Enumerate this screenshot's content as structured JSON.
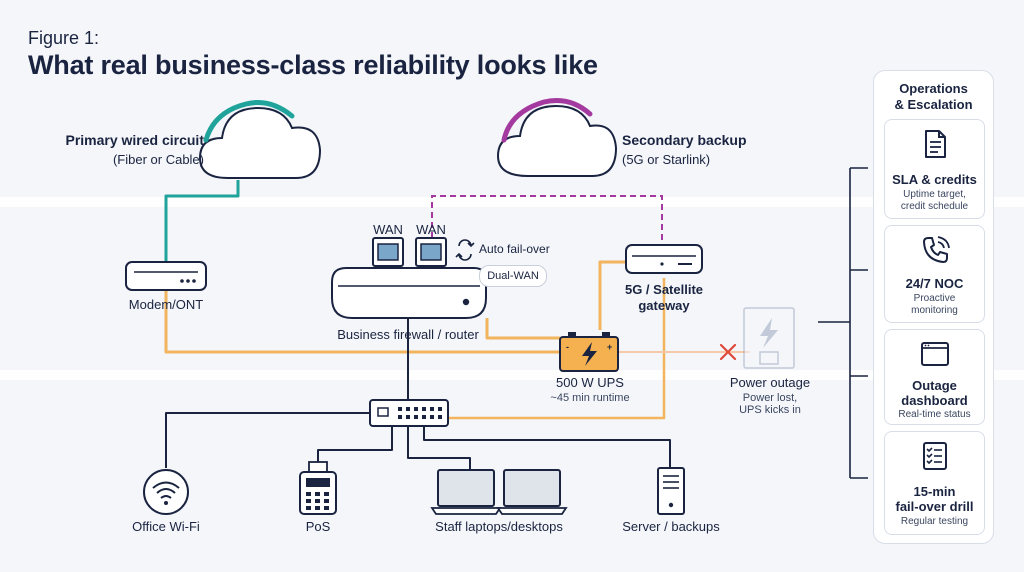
{
  "figure_label": "Figure 1:",
  "title": "What real business-class reliability looks like",
  "primary": {
    "title": "Primary wired circuit",
    "subtitle": "(Fiber or Cable)"
  },
  "secondary": {
    "title": "Secondary backup",
    "subtitle": "(5G or Starlink)"
  },
  "devices": {
    "modem": "Modem/ONT",
    "wan_left": "WAN",
    "wan_right": "WAN",
    "failover": "Auto fail-over",
    "dual_wan": "Dual-WAN",
    "router": "Business firewall / router",
    "gateway_line1": "5G / Satellite",
    "gateway_line2": "gateway",
    "ups_title": "500 W UPS",
    "ups_runtime": "~45 min runtime",
    "outage_title": "Power outage",
    "outage_line1": "Power lost,",
    "outage_line2": "UPS kicks in"
  },
  "endpoints": {
    "wifi": "Office Wi-Fi",
    "pos": "PoS",
    "laptops": "Staff laptops/desktops",
    "server": "Server / backups"
  },
  "operations": {
    "title_line1": "Operations",
    "title_line2": "& Escalation",
    "cards": [
      {
        "icon": "document-icon",
        "title": "SLA & credits",
        "sub1": "Uptime target,",
        "sub2": "credit schedule"
      },
      {
        "icon": "phone-icon",
        "title": "24/7 NOC",
        "sub1": "Proactive",
        "sub2": "monitoring"
      },
      {
        "icon": "dashboard-icon",
        "title1": "Outage",
        "title2": "dashboard",
        "sub1": "Real-time status"
      },
      {
        "icon": "checklist-icon",
        "title1": "15-min",
        "title2": "fail-over drill",
        "sub1": "Regular testing"
      }
    ]
  },
  "colors": {
    "primary_teal": "#1fa39a",
    "secondary_purple": "#a43aa0",
    "power_orange": "#f2b45c",
    "data_navy": "#1a2440",
    "outage_red": "#e0493a"
  }
}
